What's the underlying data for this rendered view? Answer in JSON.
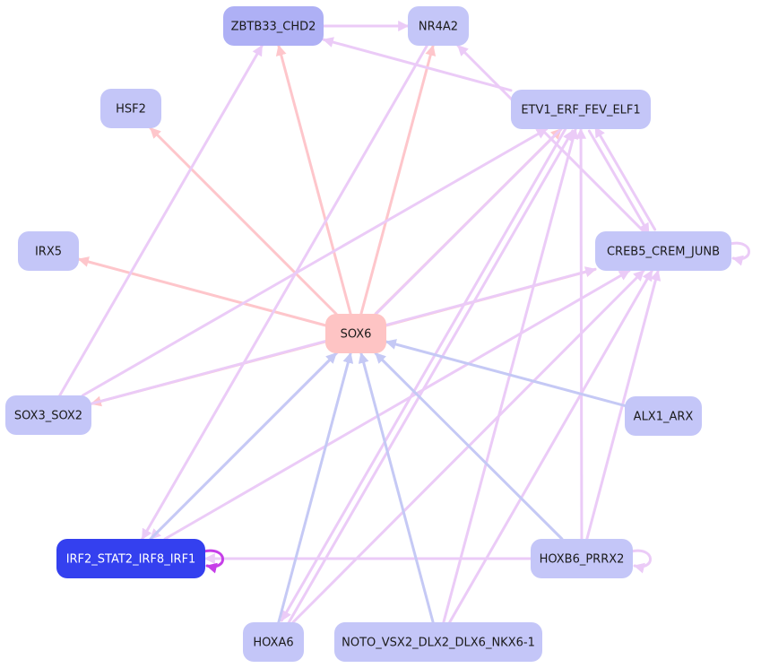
{
  "colors": {
    "node_default": "#c4c6f8",
    "node_zbtb": "#aeb0f5",
    "node_irf": "#3440ef",
    "node_sox6": "#fec4c4",
    "edge_pink": "#fec6cb",
    "edge_violet": "#ebcbf7",
    "edge_blue": "#c5c9f5",
    "edge_irf_self": "#c63ee8",
    "text_dark": "#1a1a1a",
    "text_light": "#ffffff"
  },
  "nodes": [
    {
      "id": "zbtb33",
      "label": "ZBTB33_CHD2"
    },
    {
      "id": "nr4a2",
      "label": "NR4A2"
    },
    {
      "id": "hsf2",
      "label": "HSF2"
    },
    {
      "id": "etv1",
      "label": "ETV1_ERF_FEV_ELF1"
    },
    {
      "id": "irx5",
      "label": "IRX5"
    },
    {
      "id": "creb5",
      "label": "CREB5_CREM_JUNB"
    },
    {
      "id": "sox6",
      "label": "SOX6"
    },
    {
      "id": "sox3",
      "label": "SOX3_SOX2"
    },
    {
      "id": "alx1",
      "label": "ALX1_ARX"
    },
    {
      "id": "irf2",
      "label": "IRF2_STAT2_IRF8_IRF1"
    },
    {
      "id": "hoxb6",
      "label": "HOXB6_PRRX2"
    },
    {
      "id": "hoxa6",
      "label": "HOXA6"
    },
    {
      "id": "noto",
      "label": "NOTO_VSX2_DLX2_DLX6_NKX6-1"
    }
  ],
  "edges": [
    {
      "from": "sox6",
      "to": "zbtb33",
      "color": "pink"
    },
    {
      "from": "sox6",
      "to": "nr4a2",
      "color": "pink"
    },
    {
      "from": "sox6",
      "to": "hsf2",
      "color": "pink"
    },
    {
      "from": "sox6",
      "to": "etv1",
      "color": "pink"
    },
    {
      "from": "sox6",
      "to": "irx5",
      "color": "pink"
    },
    {
      "from": "sox6",
      "to": "creb5",
      "color": "pink"
    },
    {
      "from": "sox6",
      "to": "sox3",
      "color": "pink"
    },
    {
      "from": "zbtb33",
      "to": "nr4a2",
      "color": "violet"
    },
    {
      "from": "etv1",
      "to": "zbtb33",
      "color": "violet"
    },
    {
      "from": "creb5",
      "to": "nr4a2",
      "color": "violet"
    },
    {
      "from": "nr4a2",
      "to": "irf2",
      "color": "violet"
    },
    {
      "from": "sox3",
      "to": "zbtb33",
      "color": "violet"
    },
    {
      "from": "sox3",
      "to": "etv1",
      "color": "violet"
    },
    {
      "from": "sox3",
      "to": "creb5",
      "color": "violet"
    },
    {
      "from": "etv1",
      "to": "creb5",
      "color": "violet"
    },
    {
      "from": "creb5",
      "to": "etv1",
      "color": "violet"
    },
    {
      "from": "etv1",
      "to": "irf2",
      "color": "violet"
    },
    {
      "from": "etv1",
      "to": "hoxa6",
      "color": "violet"
    },
    {
      "from": "irf2",
      "to": "creb5",
      "color": "violet"
    },
    {
      "from": "hoxa6",
      "to": "etv1",
      "color": "violet"
    },
    {
      "from": "hoxa6",
      "to": "creb5",
      "color": "violet"
    },
    {
      "from": "hoxb6",
      "to": "etv1",
      "color": "violet"
    },
    {
      "from": "hoxb6",
      "to": "creb5",
      "color": "violet"
    },
    {
      "from": "hoxb6",
      "to": "irf2",
      "color": "violet"
    },
    {
      "from": "noto",
      "to": "etv1",
      "color": "violet"
    },
    {
      "from": "noto",
      "to": "creb5",
      "color": "violet"
    },
    {
      "from": "irf2",
      "to": "sox6",
      "color": "blue"
    },
    {
      "from": "hoxa6",
      "to": "sox6",
      "color": "blue"
    },
    {
      "from": "noto",
      "to": "sox6",
      "color": "blue"
    },
    {
      "from": "hoxb6",
      "to": "sox6",
      "color": "blue"
    },
    {
      "from": "alx1",
      "to": "sox6",
      "color": "blue"
    },
    {
      "from": "creb5",
      "to": "creb5",
      "color": "violet",
      "self": true
    },
    {
      "from": "hoxb6",
      "to": "hoxb6",
      "color": "violet",
      "self": true
    },
    {
      "from": "irf2",
      "to": "irf2",
      "color": "irf_self",
      "self": true
    }
  ]
}
